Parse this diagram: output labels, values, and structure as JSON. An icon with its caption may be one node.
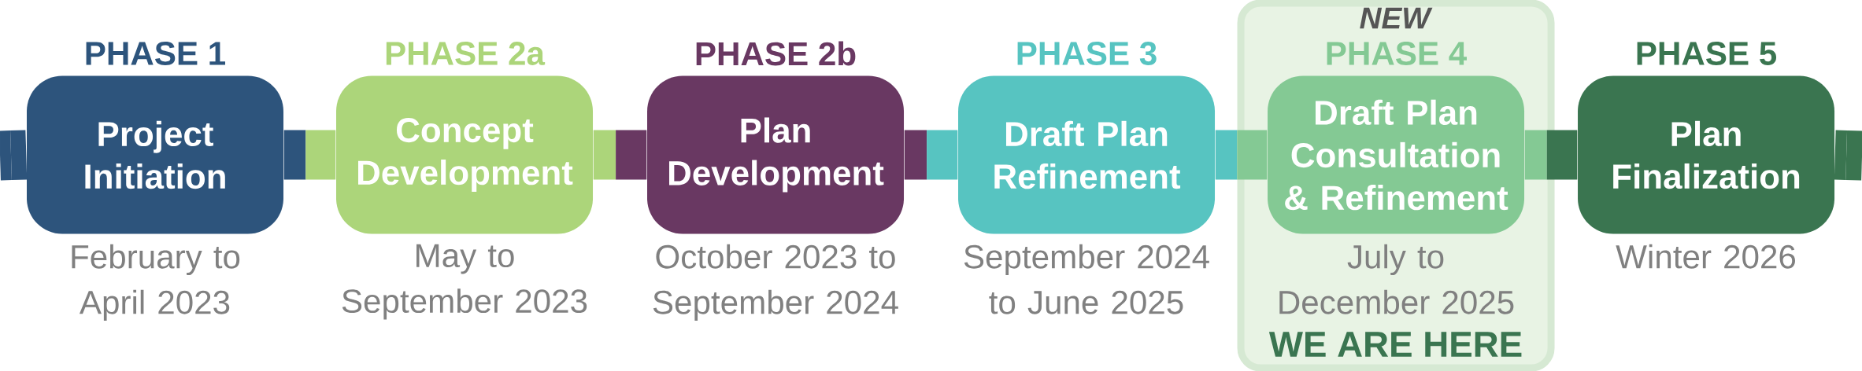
{
  "diagram": {
    "nodes": [
      {
        "text": [
          "PHASE 1",
          "Project Initiation"
        ],
        "beside": [
          "February to April 2023"
        ]
      },
      {
        "text": [
          "PHASE 2a",
          "Concept Development"
        ],
        "beside": [
          "May to September 2023"
        ]
      },
      {
        "text": [
          "PHASE 2b",
          "Plan Development"
        ],
        "beside": [
          "October 2023 to September 2024"
        ]
      },
      {
        "text": [
          "PHASE 3",
          "Draft Plan Refinement"
        ],
        "beside": [
          "September 2024 to June 2025"
        ]
      },
      {
        "text": [
          "*NEW*",
          "WE ARE HERE"
        ]
      },
      {
        "text": [
          "PHASE 4",
          "Draft Plan Consultation & Refinement"
        ],
        "beside": [
          "July to December 2025"
        ],
        "in": 4
      },
      {
        "text": [
          "PHASE 5",
          "Plan Finalization"
        ],
        "beside": [
          "Winter 2026"
        ]
      }
    ],
    "edges": [
      {
        "from": null,
        "to": 0,
        "arrow": "none",
        "color": "#2d547c"
      },
      {
        "from": 0,
        "to": 1,
        "arrow": "none",
        "color": "#acd57a"
      },
      {
        "from": 1,
        "to": 2,
        "arrow": "none",
        "color": "#693862"
      },
      {
        "from": 2,
        "to": 3,
        "arrow": "none",
        "color": "#57c4c1"
      },
      {
        "from": 3,
        "to": 5,
        "arrow": "none",
        "color": "#84c994"
      },
      {
        "from": 5,
        "to": 6,
        "arrow": "none",
        "color": "#3a7550"
      },
      {
        "from": 6,
        "to": null,
        "arrow": "none",
        "color": "#3a7550"
      }
    ]
  }
}
